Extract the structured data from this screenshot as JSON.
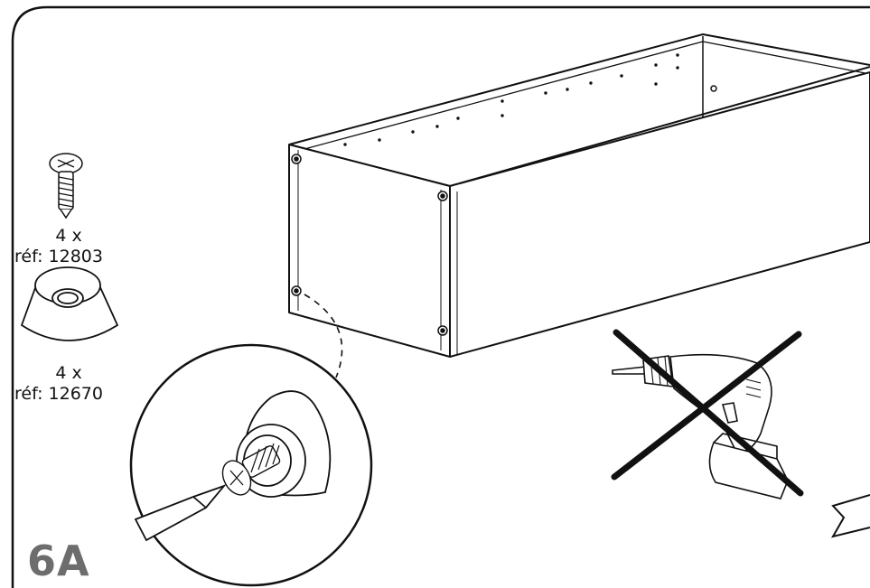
{
  "step_number": "6A",
  "parts": [
    {
      "name": "screw",
      "quantity": "4 x",
      "reference": "réf: 12803"
    },
    {
      "name": "cap",
      "quantity": "4 x",
      "reference": "réf: 12670"
    }
  ],
  "icons": [
    "screw-icon",
    "cap-icon",
    "screwdriver-icon",
    "power-drill-icon",
    "no-drill-cross-icon",
    "next-arrow-icon"
  ],
  "colors": {
    "line": "#111111",
    "step_label": "#6d6d6d",
    "background": "#ffffff"
  }
}
